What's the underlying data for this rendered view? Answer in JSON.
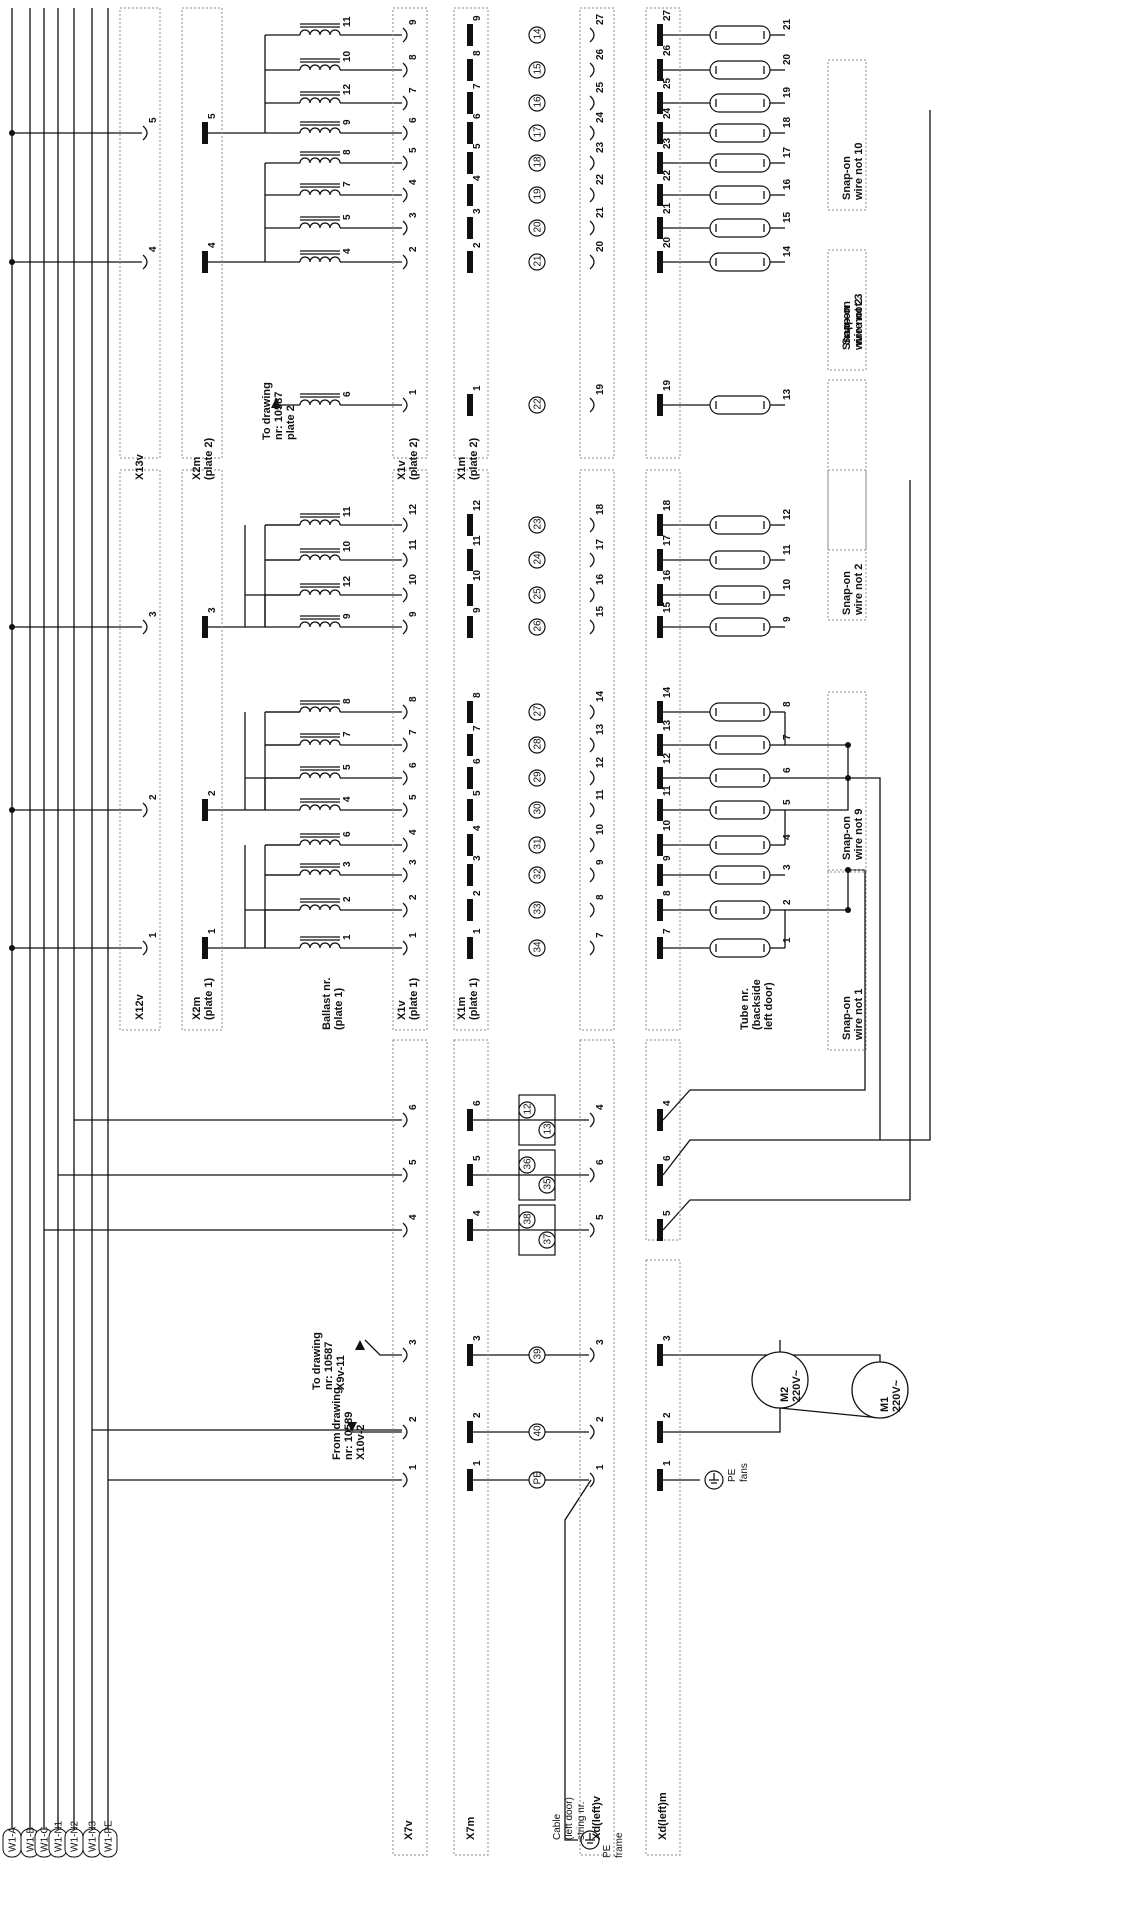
{
  "buses": [
    "W1-A",
    "W1-B",
    "W1-C",
    "W1-N1",
    "W1-N2",
    "W1-N3",
    "W1-PE"
  ],
  "strips": {
    "x7v": "X7v",
    "x7m": "X7m",
    "xdleftv": "Xd(left)v",
    "xdleftm": "Xd(left)m",
    "x12v": "X12v",
    "x2m_p1": "X2m\n(plate 1)",
    "x1v_p1": "X1v\n(plate 1)",
    "x1m_p1": "X1m\n(plate 1)",
    "x13v": "X13v",
    "x2m_p2": "X2m\n(plate 2)",
    "x1v_p2": "X1v\n(plate 2)",
    "x1m_p2": "X1m\n(plate 2)"
  },
  "notes": {
    "from_drawing": "From drawing\nnr: 10589\nX10v-2",
    "to_drawing_1": "To drawing\nnr: 10587\nX9v-11",
    "to_drawing_2": "To drawing\nnr: 10587\nplate 2",
    "ballast": "Ballast nr.\n(plate 1)",
    "tube": "Tube nr.\n(backside\nleft door)",
    "cable": "Cable\n(left door)\nstring nr.",
    "pe_frame": "PE\nframe",
    "pe_fans": "PE\nfans",
    "m1": "M1\n220V~",
    "m2": "M2\n220V~",
    "snap1": "Snap-on\nwire not 1",
    "snap9": "Snap-on\nwire not 9",
    "snap2": "Snap-on\nwire not 2",
    "snap3": "Snap-on\nwire not 3",
    "snap10": "Snap-on\nwire not 10",
    "pe": "PE"
  },
  "x7v_terms": [
    "1",
    "2",
    "3",
    "4",
    "5",
    "6"
  ],
  "x7m_terms": [
    "1",
    "2",
    "3",
    "4",
    "5",
    "6"
  ],
  "cable_low": [
    "PE",
    "40",
    "39"
  ],
  "cable_pairs": [
    [
      "38",
      "37"
    ],
    [
      "36",
      "35"
    ],
    [
      "12",
      "13"
    ]
  ],
  "xdv_low": [
    "1",
    "2",
    "3",
    "5",
    "6",
    "4"
  ],
  "xdm_low": [
    "1",
    "2",
    "3",
    "5",
    "6",
    "4"
  ],
  "x12v_terms": [
    "1",
    "2",
    "3"
  ],
  "x13v_terms": [
    "4",
    "5"
  ],
  "x2m_p1_terms": [
    "1",
    "2",
    "3"
  ],
  "x2m_p2_terms": [
    "4",
    "5"
  ],
  "plate1_ballast": [
    "1",
    "2",
    "3",
    "6",
    "4",
    "5",
    "7",
    "8",
    "9",
    "12",
    "10",
    "11"
  ],
  "plate1_x1v": [
    "1",
    "2",
    "3",
    "4",
    "5",
    "6",
    "7",
    "8",
    "9",
    "10",
    "11",
    "12"
  ],
  "plate1_x1m": [
    "1",
    "2",
    "3",
    "4",
    "5",
    "6",
    "7",
    "8",
    "9",
    "10",
    "11",
    "12"
  ],
  "plate1_cable": [
    "34",
    "33",
    "32",
    "31",
    "30",
    "29",
    "28",
    "27",
    "26",
    "25",
    "24",
    "23"
  ],
  "plate1_xdv": [
    "7",
    "8",
    "9",
    "10",
    "11",
    "12",
    "13",
    "14",
    "15",
    "16",
    "17",
    "18"
  ],
  "plate1_xdm": [
    "7",
    "8",
    "9",
    "10",
    "11",
    "12",
    "13",
    "14",
    "15",
    "16",
    "17",
    "18"
  ],
  "plate1_tube": [
    "1",
    "2",
    "3",
    "4",
    "5",
    "6",
    "7",
    "8",
    "9",
    "10",
    "11",
    "12"
  ],
  "plate2_ballast": [
    "6",
    "4",
    "5",
    "7",
    "8",
    "9",
    "12",
    "10",
    "11"
  ],
  "plate2_x1v": [
    "1",
    "2",
    "3",
    "4",
    "5",
    "6",
    "7",
    "8",
    "9"
  ],
  "plate2_x1m": [
    "1",
    "2",
    "3",
    "4",
    "5",
    "6",
    "7",
    "8",
    "9"
  ],
  "plate2_cable": [
    "22",
    "21",
    "20",
    "19",
    "18",
    "17",
    "16",
    "15",
    "14"
  ],
  "plate2_xdv": [
    "19",
    "20",
    "21",
    "22",
    "23",
    "24",
    "25",
    "26",
    "27"
  ],
  "plate2_xdm": [
    "19",
    "20",
    "21",
    "22",
    "23",
    "24",
    "25",
    "26",
    "27"
  ],
  "plate2_tube": [
    "13",
    "14",
    "15",
    "16",
    "17",
    "18",
    "19",
    "20",
    "21"
  ]
}
